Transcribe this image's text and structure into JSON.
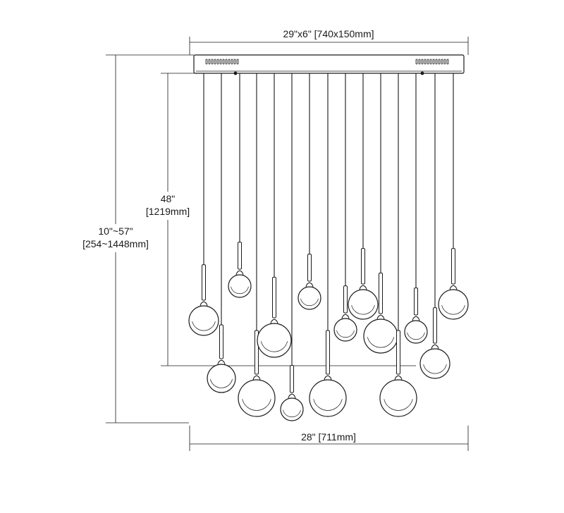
{
  "dimensions": {
    "canopy_width": "29\"x6\" [740x150mm]",
    "overall_height_in": "10\"~57\"",
    "overall_height_mm": "[254~1448mm]",
    "cord_length_in": "48\"",
    "cord_length_mm": "[1219mm]",
    "fixture_width": "28\" [711mm]"
  },
  "pendant_count": 15
}
